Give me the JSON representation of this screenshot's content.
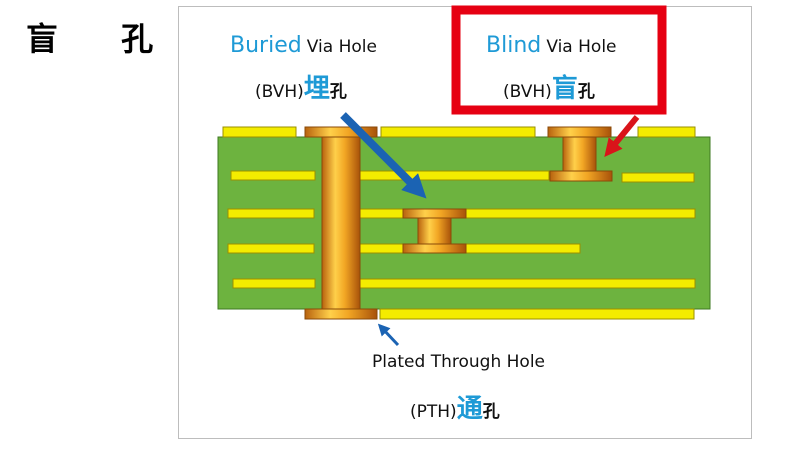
{
  "page_title": "盲 孔",
  "buried": {
    "name": "Buried",
    "suffix": "Via Hole",
    "abbr": "(BVH)",
    "cn_main": "埋",
    "cn_tail": "孔"
  },
  "blind": {
    "name": "Blind",
    "suffix": "Via Hole",
    "abbr": "(BVH)",
    "cn_main": "盲",
    "cn_tail": "孔"
  },
  "through": {
    "line1": "Plated Through Hole",
    "abbr": "(PTH)",
    "cn_main": "通",
    "cn_tail": "孔"
  },
  "colors": {
    "board": "#6db33f",
    "trace": "#f4ec00",
    "via_copper": "#e8a020",
    "highlight_box": "#e60012",
    "accent_blue": "#1e9ad6",
    "arrow_blue": "#1b63b3",
    "arrow_red": "#d9141a"
  }
}
